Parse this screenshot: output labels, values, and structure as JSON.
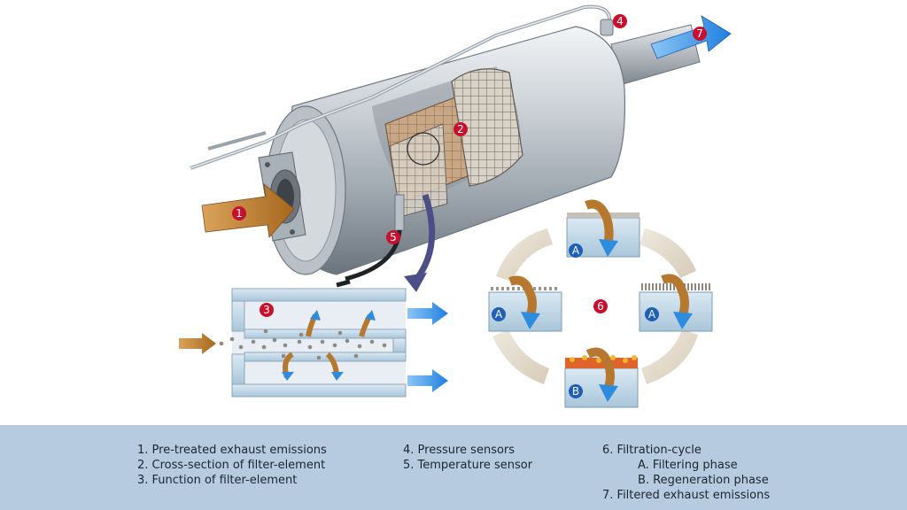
{
  "markers": {
    "m1": "1",
    "m2": "2",
    "m3": "3",
    "m4": "4",
    "m5": "5",
    "m6": "6",
    "m7": "7",
    "phase_top": "A",
    "phase_left": "A",
    "phase_right": "A",
    "phase_bottom": "B"
  },
  "legend": {
    "col1": [
      "1. Pre-treated exhaust emissions",
      "2. Cross-section of filter-element",
      "3. Function of filter-element"
    ],
    "col2": [
      "4. Pressure sensors",
      "5. Temperature sensor"
    ],
    "col3": {
      "title": "6. Filtration-cycle",
      "sub": [
        "A. Filtering phase",
        "B. Regeneration phase"
      ],
      "last": "7. Filtered exhaust emissions"
    }
  },
  "colors": {
    "marker_red": "#c8102e",
    "marker_blue": "#1f5fb8",
    "exhaust_brown": "#b5782e",
    "clean_blue": "#2d8be0",
    "legend_bg": "#b7cbe0"
  }
}
